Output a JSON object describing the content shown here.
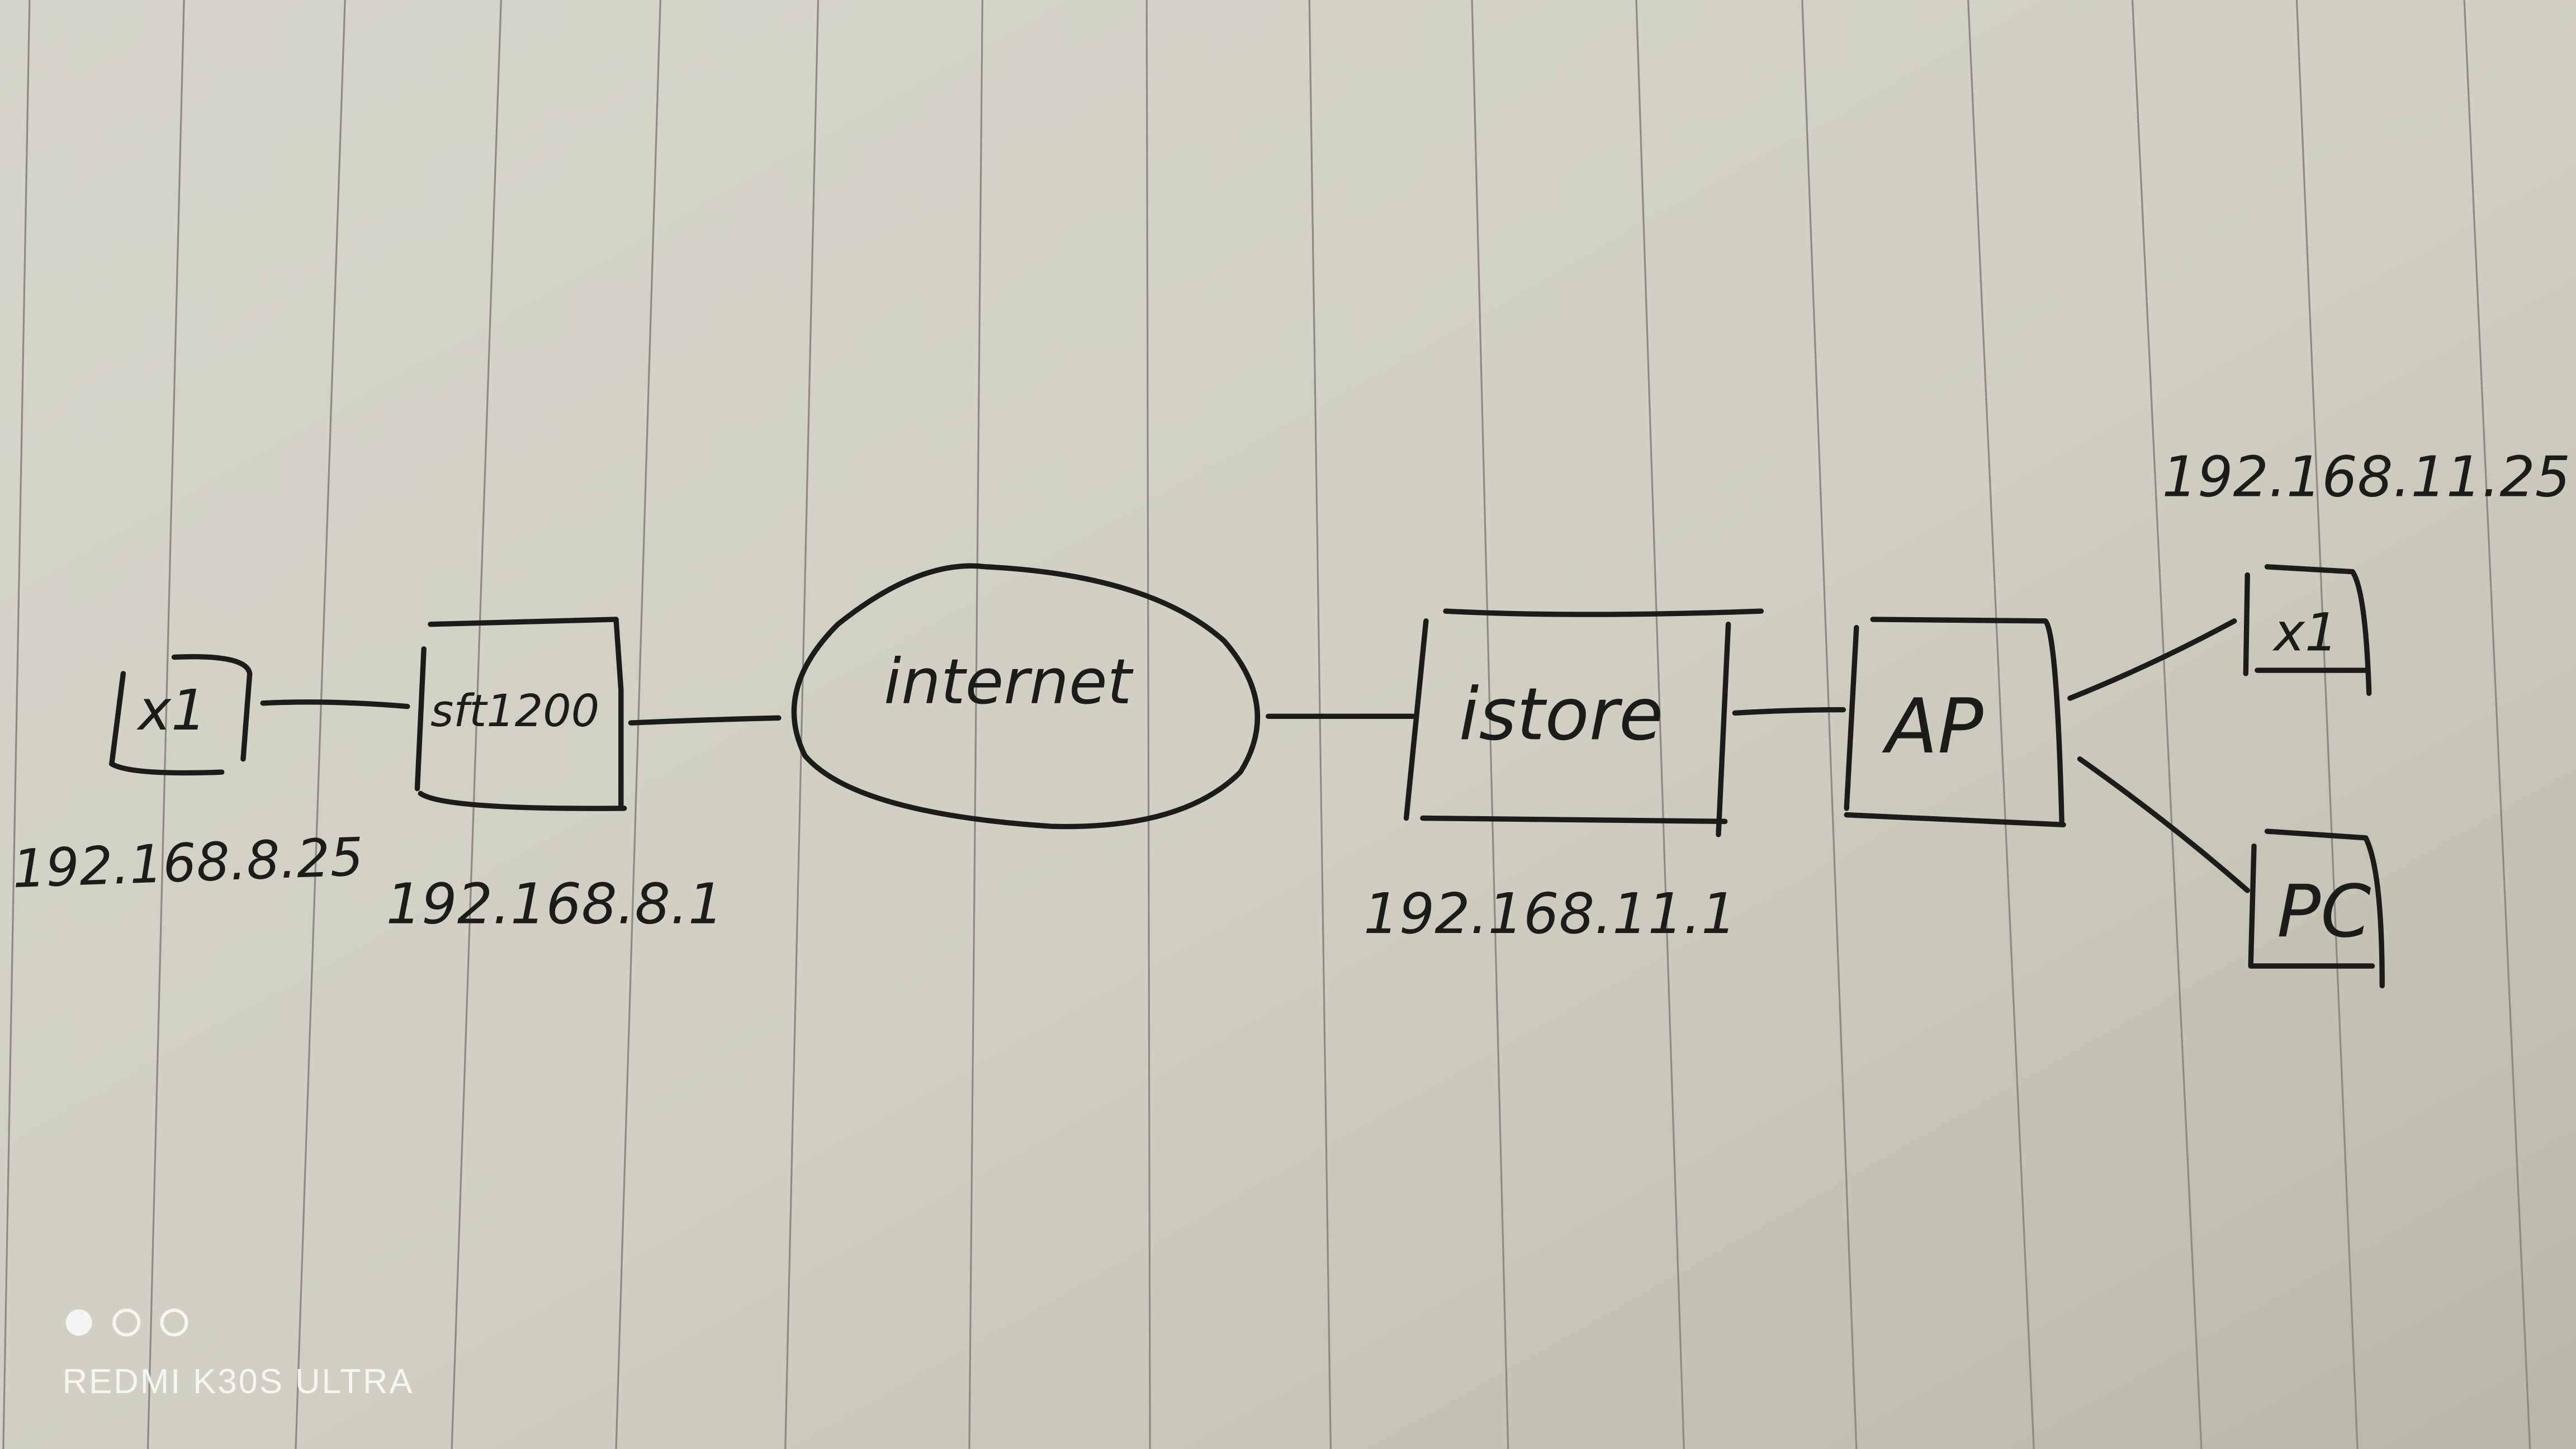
{
  "diagram": {
    "nodes": [
      {
        "id": "x1-left",
        "label": "x1",
        "ip": "192.168.8.25"
      },
      {
        "id": "sft1200",
        "label": "sft1200",
        "ip": "192.168.8.1"
      },
      {
        "id": "internet",
        "label": "internet"
      },
      {
        "id": "istore",
        "label": "istore",
        "ip": "192.168.11.1"
      },
      {
        "id": "ap",
        "label": "AP"
      },
      {
        "id": "x1-right",
        "label": "x1",
        "ip": "192.168.11.25"
      },
      {
        "id": "pc",
        "label": "PC"
      }
    ],
    "edges": [
      [
        "x1-left",
        "sft1200"
      ],
      [
        "sft1200",
        "internet"
      ],
      [
        "internet",
        "istore"
      ],
      [
        "istore",
        "ap"
      ],
      [
        "ap",
        "x1-right"
      ],
      [
        "ap",
        "pc"
      ]
    ]
  },
  "watermark": {
    "text": "REDMI K30S ULTRA"
  },
  "colors": {
    "ink": "#1c1c1a",
    "paper": "#d2d0c4"
  }
}
